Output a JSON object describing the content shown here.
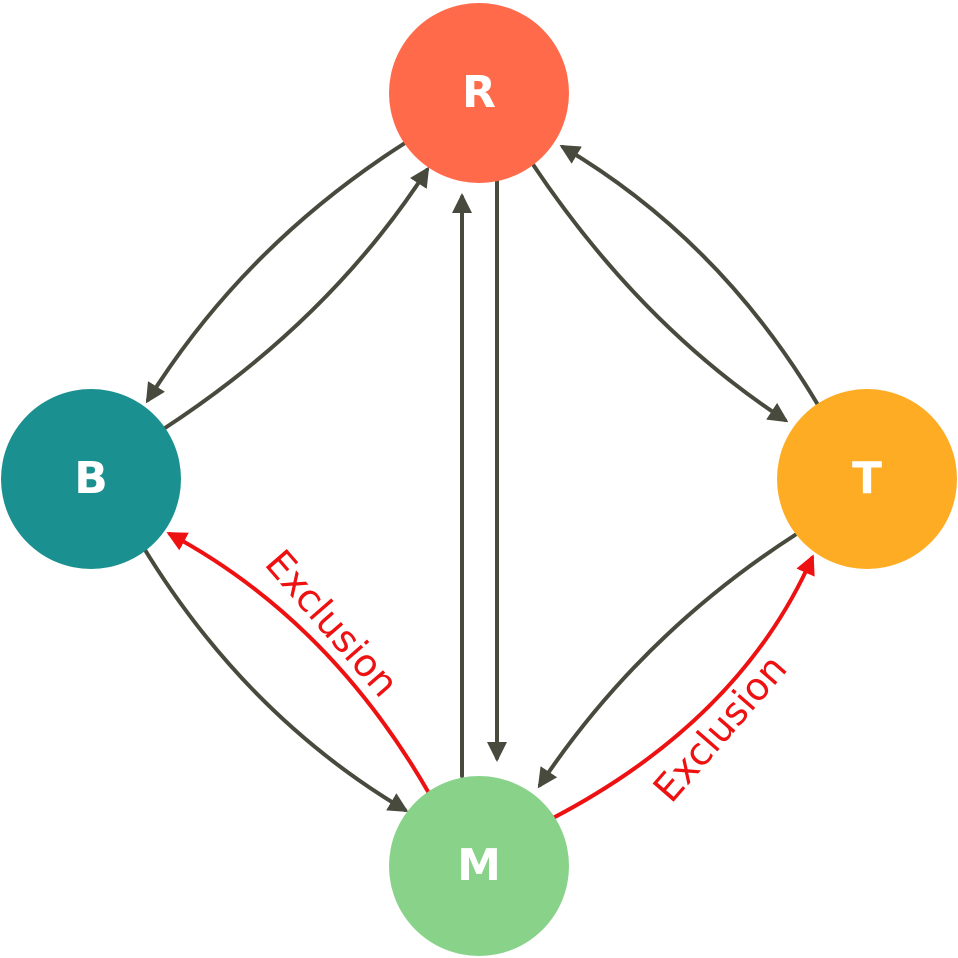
{
  "nodes": {
    "R": {
      "label": "R",
      "color": "#ff6a4a"
    },
    "B": {
      "label": "B",
      "color": "#1b9090"
    },
    "T": {
      "label": "T",
      "color": "#fdac23"
    },
    "M": {
      "label": "M",
      "color": "#88d389"
    }
  },
  "edges": [
    {
      "from": "R",
      "to": "B",
      "kind": "normal"
    },
    {
      "from": "B",
      "to": "R",
      "kind": "normal"
    },
    {
      "from": "M",
      "to": "R",
      "kind": "normal"
    },
    {
      "from": "R",
      "to": "M",
      "kind": "normal"
    },
    {
      "from": "R",
      "to": "T",
      "kind": "normal"
    },
    {
      "from": "T",
      "to": "R",
      "kind": "normal"
    },
    {
      "from": "B",
      "to": "M",
      "kind": "normal"
    },
    {
      "from": "T",
      "to": "M",
      "kind": "normal"
    },
    {
      "from": "M",
      "to": "B",
      "kind": "exclusion",
      "label": "Exclusion"
    },
    {
      "from": "M",
      "to": "T",
      "kind": "exclusion",
      "label": "Exclusion"
    }
  ],
  "colors": {
    "edge": "#474a3c",
    "exclusion": "#ee1111",
    "node_text": "#ffffff"
  }
}
